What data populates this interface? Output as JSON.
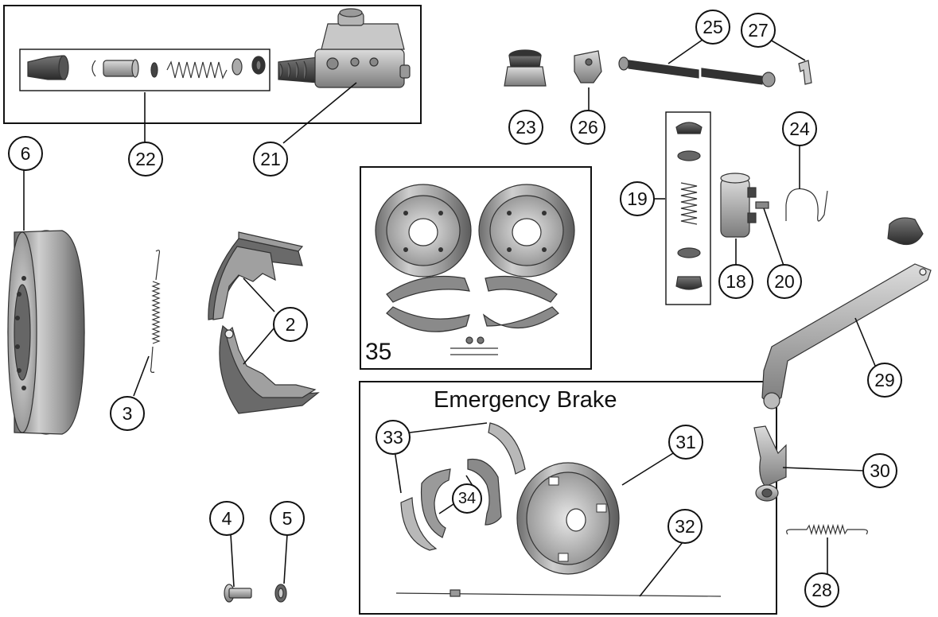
{
  "diagram": {
    "section_titles": {
      "emergency_brake": "Emergency Brake"
    },
    "kit_label": "35",
    "callouts": [
      {
        "id": "c2",
        "number": "2"
      },
      {
        "id": "c3",
        "number": "3"
      },
      {
        "id": "c4",
        "number": "4"
      },
      {
        "id": "c5",
        "number": "5"
      },
      {
        "id": "c6",
        "number": "6"
      },
      {
        "id": "c18",
        "number": "18"
      },
      {
        "id": "c19",
        "number": "19"
      },
      {
        "id": "c20",
        "number": "20"
      },
      {
        "id": "c21",
        "number": "21"
      },
      {
        "id": "c22",
        "number": "22"
      },
      {
        "id": "c23",
        "number": "23"
      },
      {
        "id": "c24",
        "number": "24"
      },
      {
        "id": "c25",
        "number": "25"
      },
      {
        "id": "c26",
        "number": "26"
      },
      {
        "id": "c27",
        "number": "27"
      },
      {
        "id": "c28",
        "number": "28"
      },
      {
        "id": "c29",
        "number": "29"
      },
      {
        "id": "c30",
        "number": "30"
      },
      {
        "id": "c31",
        "number": "31"
      },
      {
        "id": "c32",
        "number": "32"
      },
      {
        "id": "c33",
        "number": "33"
      },
      {
        "id": "c34",
        "number": "34"
      }
    ]
  }
}
